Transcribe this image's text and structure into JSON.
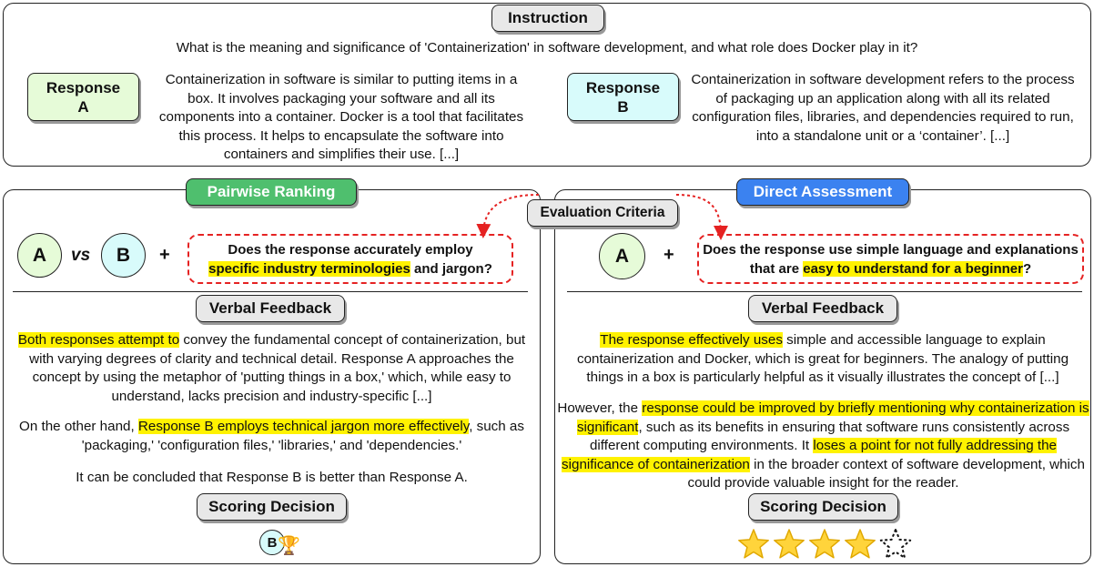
{
  "instruction": {
    "label": "Instruction",
    "question": "What is the meaning and significance of 'Containerization' in software development, and what role does Docker play in it?",
    "response_a": {
      "label_line1": "Response",
      "label_line2": "A",
      "text": "Containerization in software is similar to putting items in a box. It involves packaging your software and all its components into a container. Docker is a tool that facilitates this process. It helps to encapsulate the software into containers and simplifies their use. [...]"
    },
    "response_b": {
      "label_line1": "Response",
      "label_line2": "B",
      "text": "Containerization in software development refers to the process of packaging up an application along with all its related configuration files, libraries, and dependencies required to run, into a standalone unit or a ‘container’. [...]"
    }
  },
  "evaluation_criteria": "Evaluation Criteria",
  "pairwise": {
    "title": "Pairwise Ranking",
    "a": "A",
    "vs": "vs",
    "b": "B",
    "plus": "+",
    "criterion_pre": "Does the response accurately employ",
    "criterion_hl": "specific industry terminologies",
    "criterion_post": " and jargon?",
    "feedback_label": "Verbal Feedback",
    "p1_hl": "Both responses attempt to",
    "p1_rest": " convey the fundamental concept of containerization, but with varying degrees of clarity and technical detail. Response A approaches the concept by using the metaphor of 'putting things in a box,' which, while easy to understand, lacks precision and industry-specific [...]",
    "p2_pre": "On the other hand, ",
    "p2_hl": "Response B employs technical jargon more effectively",
    "p2_post": ", such as 'packaging,' 'configuration files,' 'libraries,' and 'dependencies.'",
    "p3": "It can be concluded that Response B is better than Response A.",
    "decision_label": "Scoring Decision",
    "winner": "B",
    "trophy": "🏆"
  },
  "direct": {
    "title": "Direct Assessment",
    "a": "A",
    "plus": "+",
    "criterion_pre": "Does the response use simple language and explanations that are ",
    "criterion_hl": "easy to understand for a beginner",
    "criterion_post": "?",
    "feedback_label": "Verbal Feedback",
    "p1_hl": "The response effectively uses",
    "p1_rest": " simple and accessible language to explain containerization and Docker, which is great for beginners. The analogy of putting things in a box is particularly helpful as it visually illustrates the concept of [...]",
    "p2_a": "However, the ",
    "p2_hl1": "response could be improved by briefly mentioning why containerization is significant",
    "p2_b": ", such as its benefits in ensuring that software runs consistently across different computing environments. It ",
    "p2_hl2": "loses a point for not fully addressing the significance of containerization",
    "p2_c": " in the broader context of software development, which could provide valuable insight for the reader.",
    "decision_label": "Scoring Decision",
    "score": 4,
    "max_score": 5
  },
  "colors": {
    "response_a_bg": "#e6fbd8",
    "response_b_bg": "#d8fbfb",
    "pairwise_tag": "#4fbf6e",
    "direct_tag": "#3b82f0",
    "highlight": "#fff200",
    "dashed_red": "#e52222"
  }
}
